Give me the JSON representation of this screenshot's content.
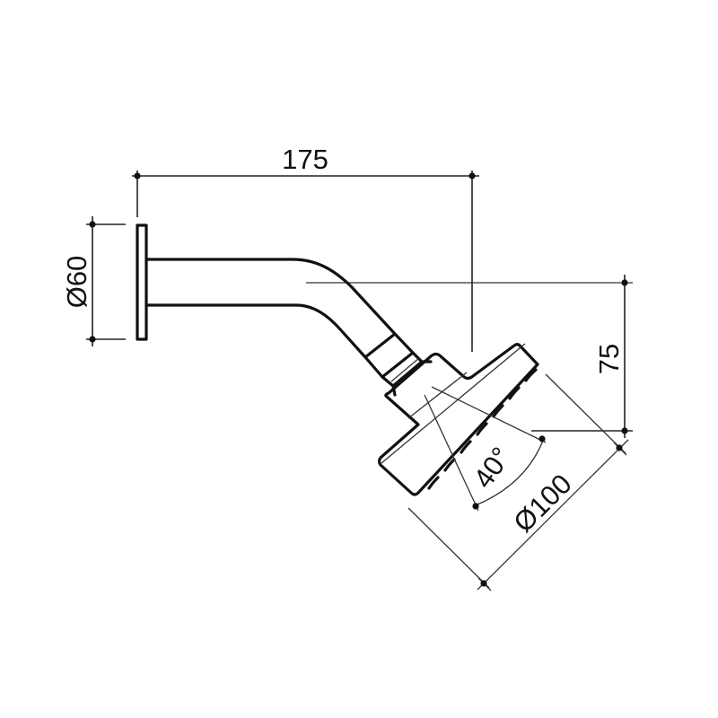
{
  "drawing": {
    "title": "Shower arm and head dimension drawing",
    "colors": {
      "line": "#111111",
      "background": "#ffffff"
    },
    "dimensions": {
      "arm_length": {
        "label": "175",
        "unit": "mm"
      },
      "wall_plate_diameter": {
        "label": "Ø60",
        "unit": "mm"
      },
      "drop_height": {
        "label": "75",
        "unit": "mm"
      },
      "head_diameter": {
        "label": "Ø100",
        "unit": "mm"
      },
      "head_angle": {
        "label": "40°",
        "unit": "degrees"
      }
    }
  }
}
